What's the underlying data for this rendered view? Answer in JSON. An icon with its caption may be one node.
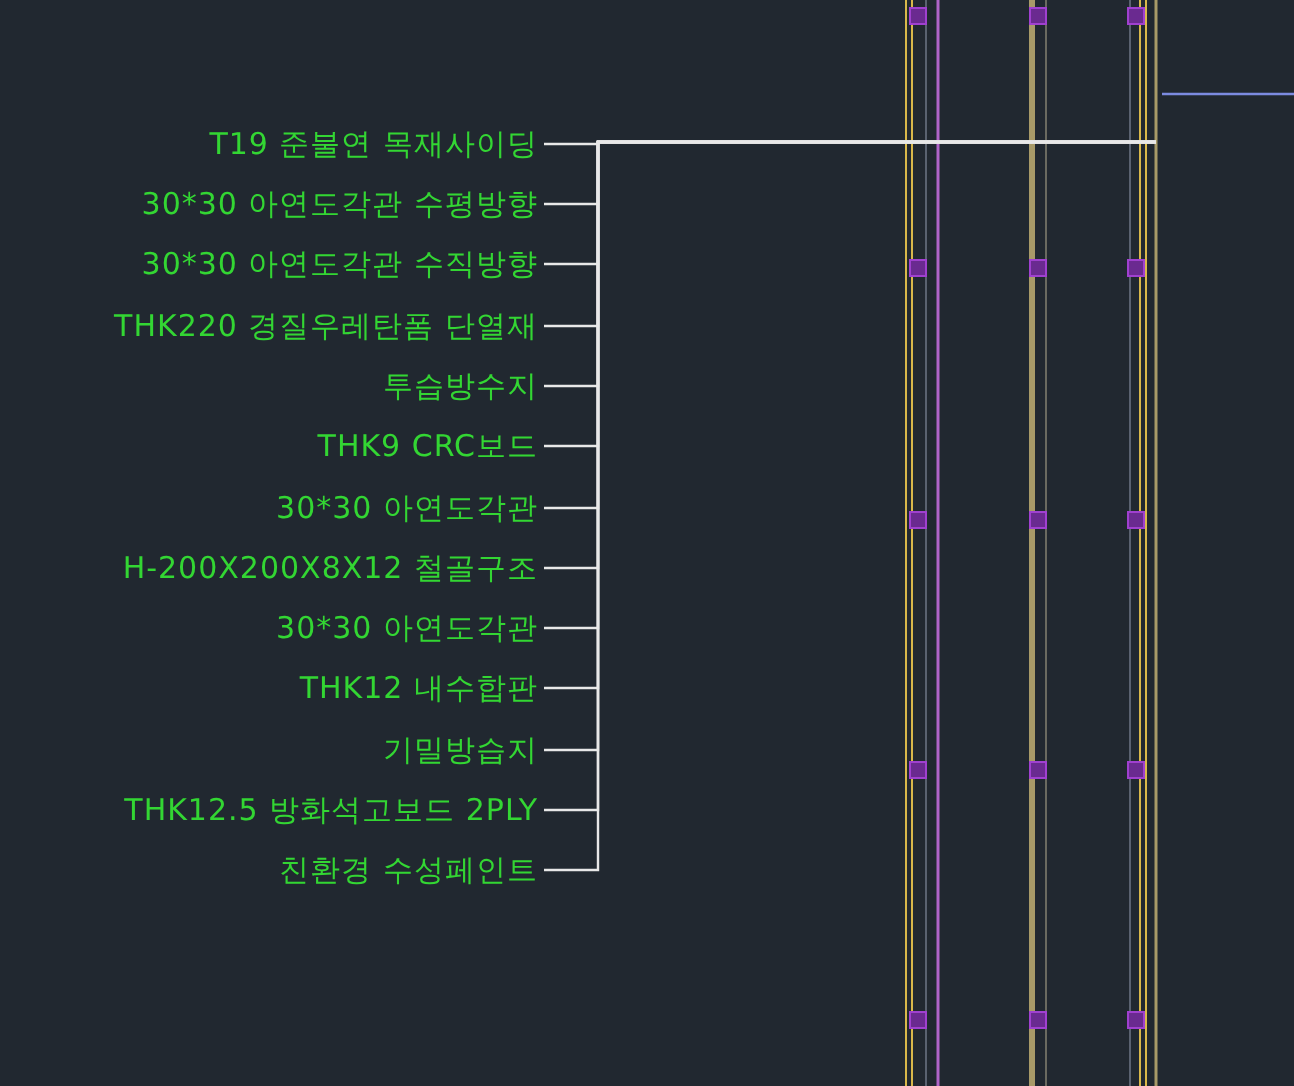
{
  "diagram": {
    "nodes": [
      {
        "text": [
          "T19 준불연 목재사이딩"
        ]
      },
      {
        "text": [
          "30*30 아연도각관 수평방향"
        ]
      },
      {
        "text": [
          "30*30 아연도각관 수직방향"
        ]
      },
      {
        "text": [
          "THK220 경질우레탄폼 단열재"
        ]
      },
      {
        "text": [
          "투습방수지"
        ]
      },
      {
        "text": [
          "THK9 CRC보드"
        ]
      },
      {
        "text": [
          "30*30 아연도각관"
        ]
      },
      {
        "text": [
          "H-200X200X8X12 철골구조"
        ]
      },
      {
        "text": [
          "30*30 아연도각관"
        ]
      },
      {
        "text": [
          "THK12 내수합판"
        ]
      },
      {
        "text": [
          "기밀방습지"
        ]
      },
      {
        "text": [
          "THK12.5 방화석고보드 2PLY"
        ]
      },
      {
        "text": [
          "친환경 수성페인트"
        ]
      },
      {
        "text": [],
        "shape": "picture"
      }
    ],
    "edges": [
      {
        "from": 0,
        "to": 13,
        "arrow": "none"
      },
      {
        "from": 1,
        "to": 13,
        "arrow": "none"
      },
      {
        "from": 2,
        "to": 13,
        "arrow": "none"
      },
      {
        "from": 3,
        "to": 13,
        "arrow": "none"
      },
      {
        "from": 4,
        "to": 13,
        "arrow": "none"
      },
      {
        "from": 5,
        "to": 13,
        "arrow": "none"
      },
      {
        "from": 6,
        "to": 13,
        "arrow": "none"
      },
      {
        "from": 7,
        "to": 13,
        "arrow": "none"
      },
      {
        "from": 8,
        "to": 13,
        "arrow": "none"
      },
      {
        "from": 9,
        "to": 13,
        "arrow": "none"
      },
      {
        "from": 10,
        "to": 13,
        "arrow": "none"
      },
      {
        "from": 11,
        "to": 13,
        "arrow": "none"
      },
      {
        "from": 12,
        "to": 13,
        "arrow": "none"
      }
    ]
  }
}
